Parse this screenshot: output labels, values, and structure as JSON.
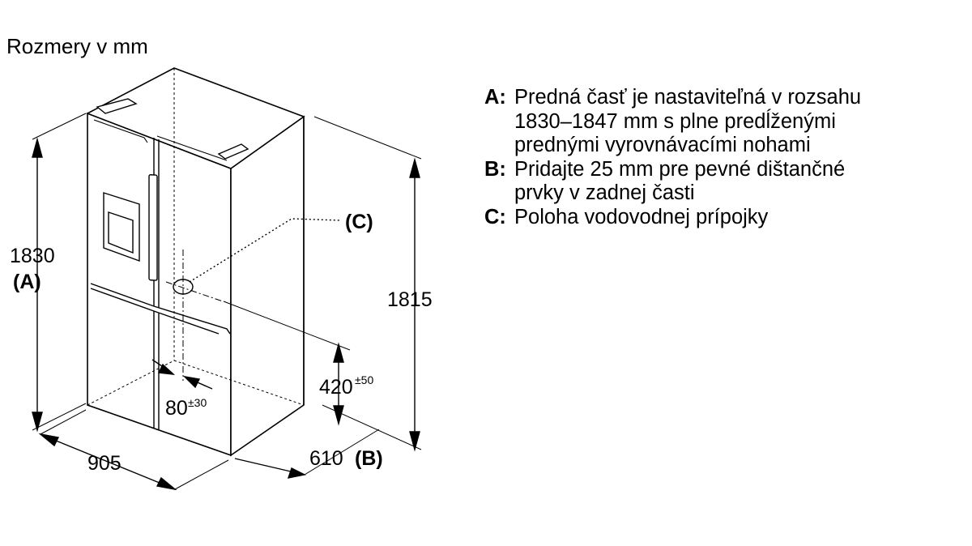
{
  "title": "Rozmery v mm",
  "legend": [
    {
      "key": "A:",
      "text": "Predná časť je nastaviteľná v rozsahu\n1830–1847 mm s plne predĺženými\nprednými vyrovnávacími nohami"
    },
    {
      "key": "B:",
      "text": "Pridajte 25 mm pre pevné dištančné\nprvky v zadnej časti"
    },
    {
      "key": "C:",
      "text": "Poloha vodovodnej prípojky"
    }
  ],
  "dimensions": {
    "height_front": "1830",
    "height_front_ref": "(A)",
    "height_rear": "1815",
    "width": "905",
    "depth": "610",
    "depth_ref": "(B)",
    "conn_height": "420",
    "conn_height_tol": "±50",
    "conn_offset": "80",
    "conn_offset_tol": "±30",
    "conn_label": "(C)"
  }
}
